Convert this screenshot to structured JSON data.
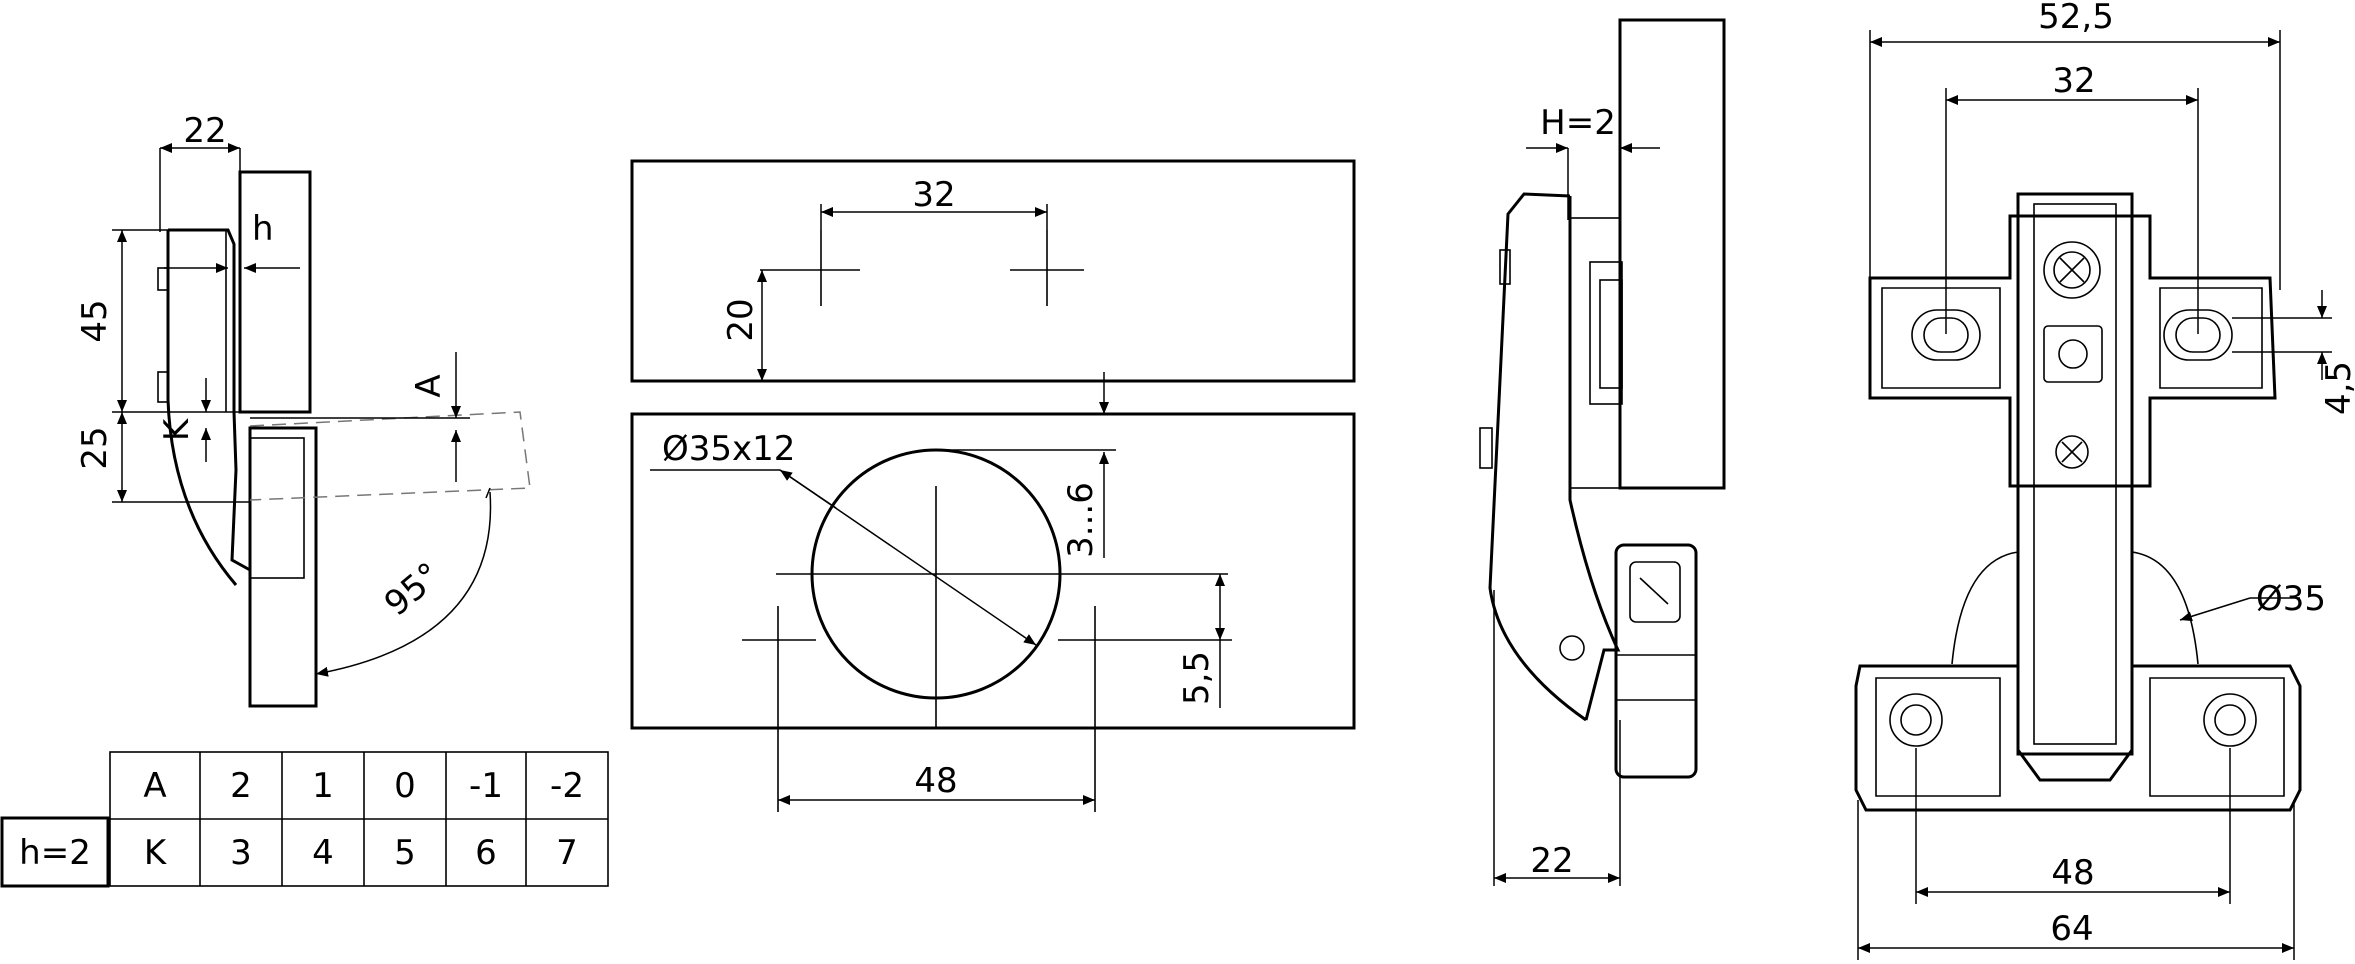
{
  "side_view": {
    "dim_width": "22",
    "dim_h": "h",
    "dim_height": "45",
    "dim_overlay": "25",
    "dim_k": "K",
    "dim_a": "A",
    "angle": "95°"
  },
  "drill_plan": {
    "dim_holes_spacing": "32",
    "dim_holes_offset": "20",
    "dim_cup": "Ø35x12",
    "dim_edge": "3...6",
    "dim_base_offset": "5,5",
    "dim_base_spacing": "48"
  },
  "profile_view": {
    "dim_gap": "H=2",
    "dim_depth": "22"
  },
  "top_view": {
    "dim_overall": "52,5",
    "dim_slots": "32",
    "dim_slot_offset": "4,5",
    "dim_cup": "Ø35",
    "dim_base_holes": "48",
    "dim_base_width": "64"
  },
  "adjustment_table": {
    "label": "h=2",
    "rows": [
      [
        "A",
        "2",
        "1",
        "0",
        "-1",
        "-2"
      ],
      [
        "K",
        "3",
        "4",
        "5",
        "6",
        "7"
      ]
    ]
  }
}
